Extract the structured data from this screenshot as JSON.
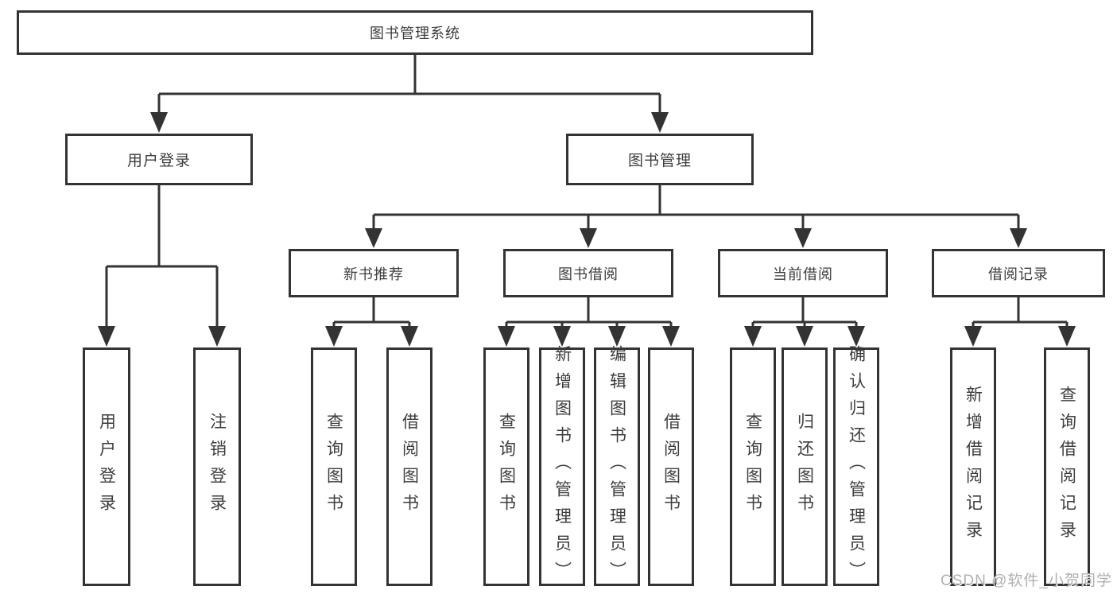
{
  "nodes": {
    "root": "图书管理系统",
    "user_login": "用户登录",
    "book_mgmt": "图书管理",
    "new_book_rec": "新书推荐",
    "book_borrow": "图书借阅",
    "current_borrow": "当前借阅",
    "borrow_records": "借阅记录",
    "leaf_user_login": "用户登录",
    "leaf_logout": "注销登录",
    "leaf_query_book_nbr": "查询图书",
    "leaf_borrow_book_nbr": "借阅图书",
    "leaf_query_book_bb": "查询图书",
    "leaf_add_book_admin": "新增图书（管理员）",
    "leaf_edit_book_admin": "编辑图书（管理员）",
    "leaf_borrow_book_bb": "借阅图书",
    "leaf_query_book_cb": "查询图书",
    "leaf_return_book": "归还图书",
    "leaf_confirm_return_admin": "确认归还（管理员）",
    "leaf_add_borrow_record": "新增借阅记录",
    "leaf_query_borrow_record": "查询借阅记录"
  },
  "watermark": {
    "text": "CSDN @软件_小贺同学"
  },
  "colors": {
    "line": "#333333",
    "box_border": "#333333",
    "text": "#3d3d3d",
    "watermark": "#b0b0b0",
    "background": "#ffffff"
  }
}
